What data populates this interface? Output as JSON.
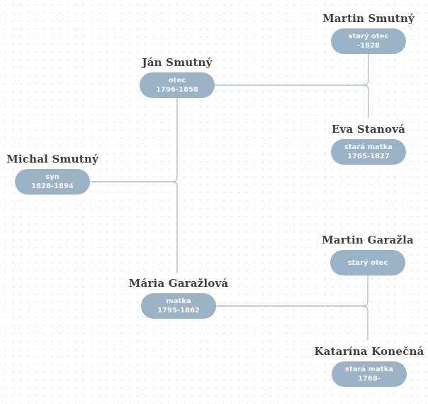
{
  "diagram": {
    "type": "family-tree",
    "people": [
      {
        "name": "Martin Smutný",
        "relation": "starý otec",
        "dates": "-1828"
      },
      {
        "name": "Ján Smutný",
        "relation": "otec",
        "dates": "1796-1858"
      },
      {
        "name": "Eva Stanová",
        "relation": "stará matka",
        "dates": "1765-1827"
      },
      {
        "name": "Michal Smutný",
        "relation": "syn",
        "dates": "1828-1894"
      },
      {
        "name": "Martin Garažla",
        "relation": "starý otec",
        "dates": ""
      },
      {
        "name": "Mária Garažlová",
        "relation": "matka",
        "dates": "1795-1862"
      },
      {
        "name": "Katarína Konečná",
        "relation": "stará matka",
        "dates": "1768-"
      }
    ],
    "links": [
      {
        "child": "Ján Smutný",
        "parents": [
          "Martin Smutný",
          "Eva Stanová"
        ]
      },
      {
        "child": "Mária Garažlová",
        "parents": [
          "Martin Garažla",
          "Katarína Konečná"
        ]
      },
      {
        "child": "Michal Smutný",
        "parents": [
          "Ján Smutný",
          "Mária Garažlová"
        ]
      }
    ],
    "colors": {
      "pill_fill": "#9bb3c7",
      "pill_text": "#f7fafc",
      "name_text": "#3f3f3f",
      "connector": "#a8bfd4",
      "background_dot": "#e6e6e6"
    }
  }
}
